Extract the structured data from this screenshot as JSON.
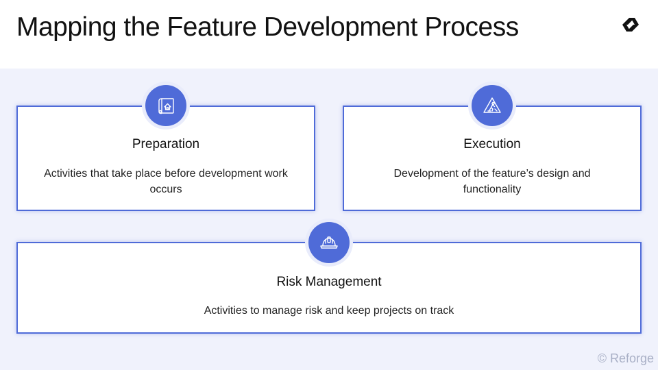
{
  "title": "Mapping the Feature Development Process",
  "brand": {
    "accent": "#4f6bd8",
    "logo_icon": "reforge-logo-icon"
  },
  "cards": [
    {
      "title": "Preparation",
      "description": "Activities that take place before development work occurs",
      "icon": "blueprint-icon"
    },
    {
      "title": "Execution",
      "description": "Development of the feature’s design and functionality",
      "icon": "construction-sign-icon"
    },
    {
      "title": "Risk Management",
      "description": "Activities to manage risk and keep projects on track",
      "icon": "hard-hat-icon"
    }
  ],
  "footer": {
    "copyright": "© Reforge"
  }
}
